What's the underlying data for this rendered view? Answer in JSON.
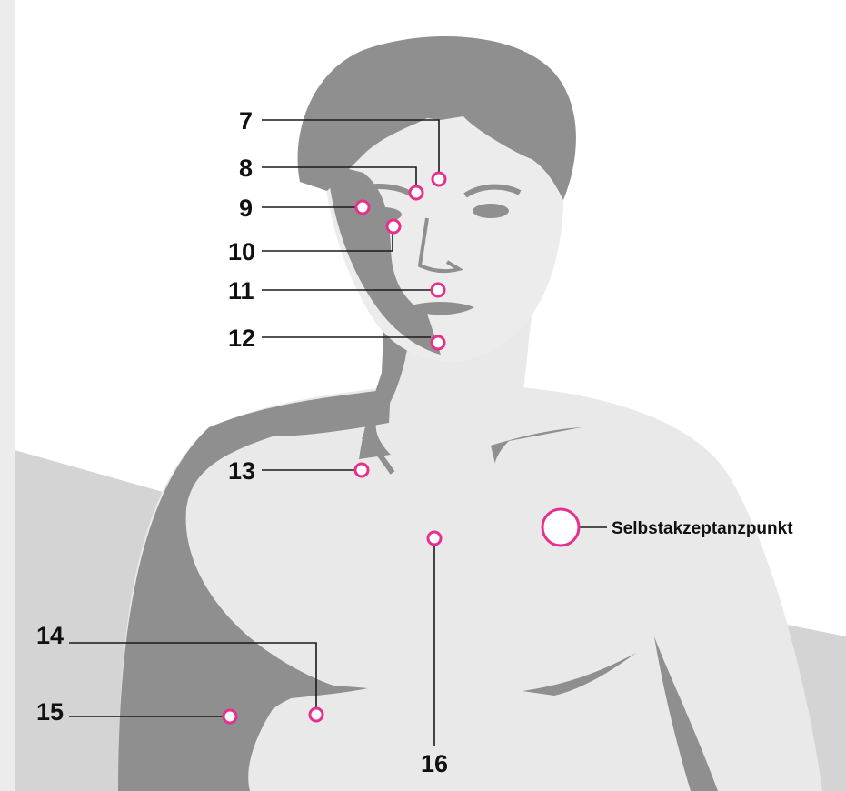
{
  "points": [
    {
      "id": "7",
      "label": "7"
    },
    {
      "id": "8",
      "label": "8"
    },
    {
      "id": "9",
      "label": "9"
    },
    {
      "id": "10",
      "label": "10"
    },
    {
      "id": "11",
      "label": "11"
    },
    {
      "id": "12",
      "label": "12"
    },
    {
      "id": "13",
      "label": "13"
    },
    {
      "id": "14",
      "label": "14"
    },
    {
      "id": "15",
      "label": "15"
    },
    {
      "id": "16",
      "label": "16"
    }
  ],
  "legend": {
    "label": "Selbstakzeptanzpunkt"
  },
  "colors": {
    "accent": "#e6308d",
    "body_light": "#e8e8e8",
    "shadow": "#8c8c8c",
    "background": "#ececec"
  }
}
